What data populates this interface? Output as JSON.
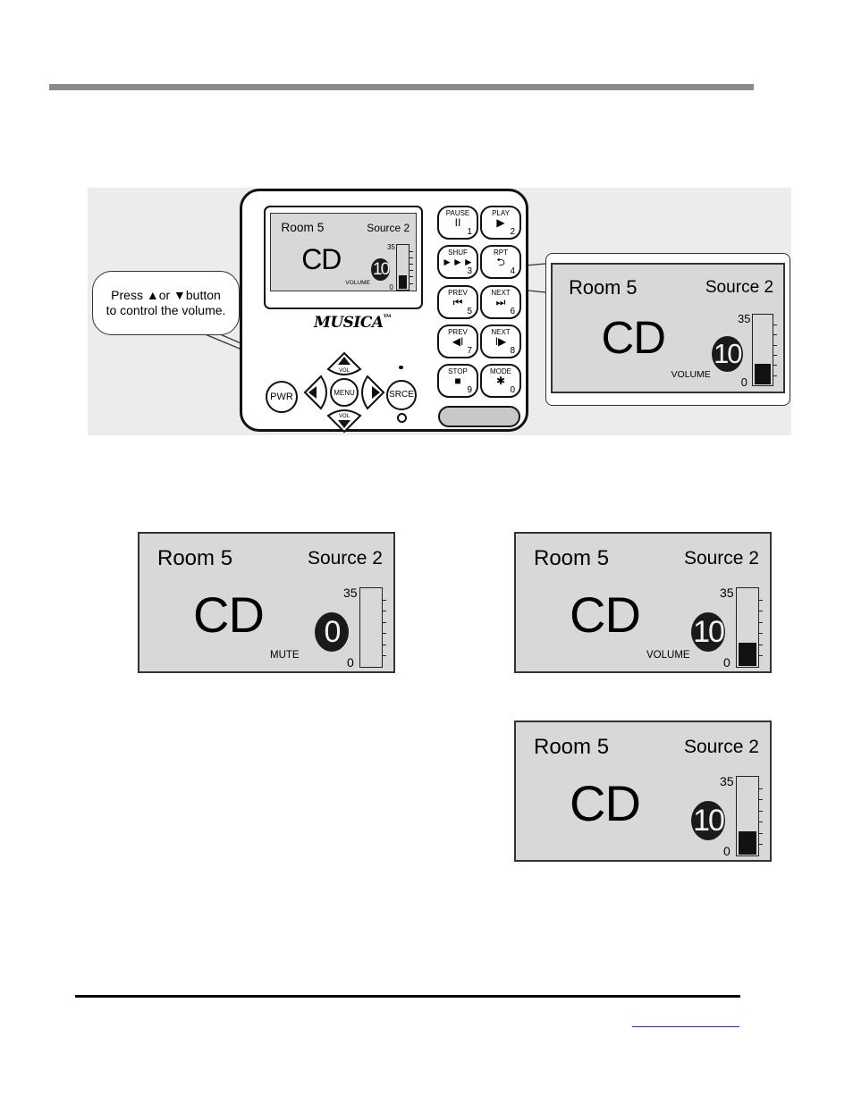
{
  "callout": {
    "line1": "Press ▲or ▼button",
    "line2": "to control the volume."
  },
  "remote": {
    "brand": "MUSICA",
    "brand_mark": "TM",
    "keys": [
      {
        "label": "PAUSE",
        "icon": "pause-icon",
        "glyph": "II",
        "num": "1"
      },
      {
        "label": "PLAY",
        "icon": "play-icon",
        "glyph": "▶",
        "num": "2"
      },
      {
        "label": "SHUF",
        "icon": "shuffle-icon",
        "glyph": "►►►",
        "num": "3"
      },
      {
        "label": "RPT",
        "icon": "repeat-icon",
        "glyph": "⮌",
        "num": "4"
      },
      {
        "label": "PREV",
        "icon": "skip-back-icon",
        "glyph": "⏮",
        "num": "5"
      },
      {
        "label": "NEXT",
        "icon": "skip-forward-icon",
        "glyph": "⏭",
        "num": "6"
      },
      {
        "label": "PREV",
        "icon": "step-back-icon",
        "glyph": "◀I",
        "num": "7"
      },
      {
        "label": "NEXT",
        "icon": "step-forward-icon",
        "glyph": "I▶",
        "num": "8"
      },
      {
        "label": "STOP",
        "icon": "stop-icon",
        "glyph": "■",
        "num": "9"
      },
      {
        "label": "MODE",
        "icon": "star-icon",
        "glyph": "✱",
        "num": "0"
      }
    ],
    "pwr": "PWR",
    "menu": "MENU",
    "srce": "SRCE",
    "vol_up": "VOL",
    "vol_down": "VOL"
  },
  "screens": {
    "remote_lcd": {
      "room": "Room 5",
      "source": "Source 2",
      "main": "CD",
      "volume": "10",
      "mode": "VOLUME",
      "max": "35",
      "min": "0",
      "level": 0.29
    },
    "zoom": {
      "room": "Room 5",
      "source": "Source 2",
      "main": "CD",
      "volume": "10",
      "mode": "VOLUME",
      "max": "35",
      "min": "0",
      "level": 0.29
    },
    "mute": {
      "room": "Room 5",
      "source": "Source 2",
      "main": "CD",
      "volume": "0",
      "mode": "MUTE",
      "max": "35",
      "min": "0",
      "level": 0.0
    },
    "volume": {
      "room": "Room 5",
      "source": "Source 2",
      "main": "CD",
      "volume": "10",
      "mode": "VOLUME",
      "max": "35",
      "min": "0",
      "level": 0.29
    },
    "plain": {
      "room": "Room 5",
      "source": "Source 2",
      "main": "CD",
      "volume": "10",
      "mode": "",
      "max": "35",
      "min": "0",
      "level": 0.29
    }
  }
}
